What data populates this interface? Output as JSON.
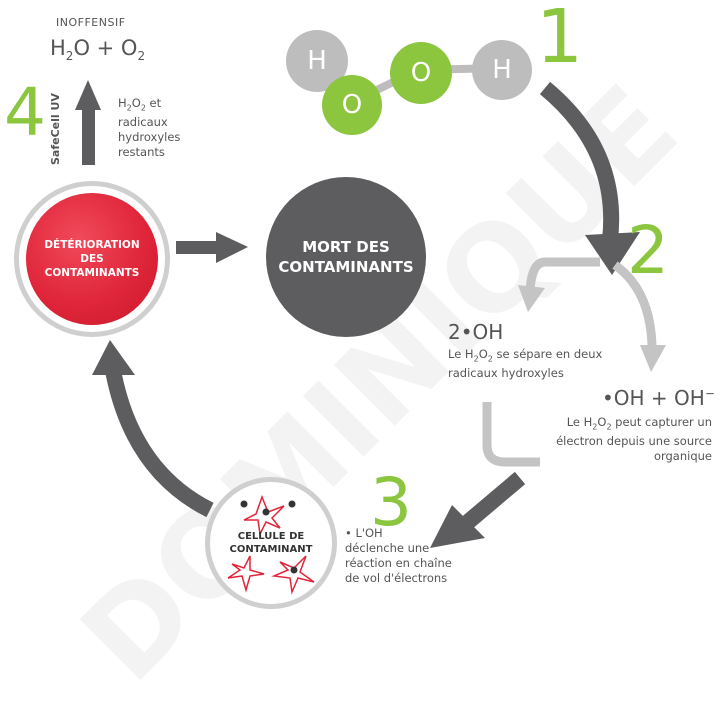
{
  "top_left": {
    "inoffensif_label": "INOFFENSIF",
    "formula_h": "H",
    "formula_sub2": "2",
    "formula_o_plus": "O + O",
    "formula_sub2b": "2",
    "step_number": "4",
    "vertical_label": "SafeCell UV",
    "remaining_h": "H",
    "remaining_sub": "2",
    "remaining_o": "O",
    "remaining_sub2": "2",
    "remaining_rest": " et",
    "remaining_line2": "radicaux",
    "remaining_line3": "hydroxyles",
    "remaining_line4": "restants"
  },
  "molecule": {
    "step_number": "1",
    "atoms": [
      "H",
      "O",
      "O",
      "H"
    ]
  },
  "step2": {
    "number": "2",
    "formula": "2•OH",
    "desc_prefix": "Le H",
    "desc_sub1": "2",
    "desc_mid": "O",
    "desc_sub2": "2",
    "desc_suffix": " se sépare en deux",
    "desc_line2": "radicaux hydroxyles"
  },
  "step2b": {
    "formula": "•OH + OH",
    "superscript": "−",
    "desc_prefix": "Le H",
    "desc_sub1": "2",
    "desc_mid": "O",
    "desc_sub2": "2",
    "desc_suffix": " peut capturer un",
    "desc_line2": "électron depuis une source",
    "desc_line3": "organique"
  },
  "step3": {
    "number": "3",
    "line1": "• L'OH",
    "line2": "déclenche une",
    "line3": "réaction en chaîne",
    "line4": "de vol d'électrons"
  },
  "circles": {
    "deterioration_line1": "DÉTÉRIORATION",
    "deterioration_line2": "DES",
    "deterioration_line3": "CONTAMINANTS",
    "death_line1": "MORT DES",
    "death_line2": "CONTAMINANTS",
    "cell_line1": "CELLULE DE",
    "cell_line2": "CONTAMINANT"
  },
  "watermark": "DOMINIQUE",
  "colors": {
    "green": "#8cc63f",
    "dark_gray": "#5d5d5f",
    "light_gray": "#bdbdbd",
    "red": "#e0263a"
  }
}
